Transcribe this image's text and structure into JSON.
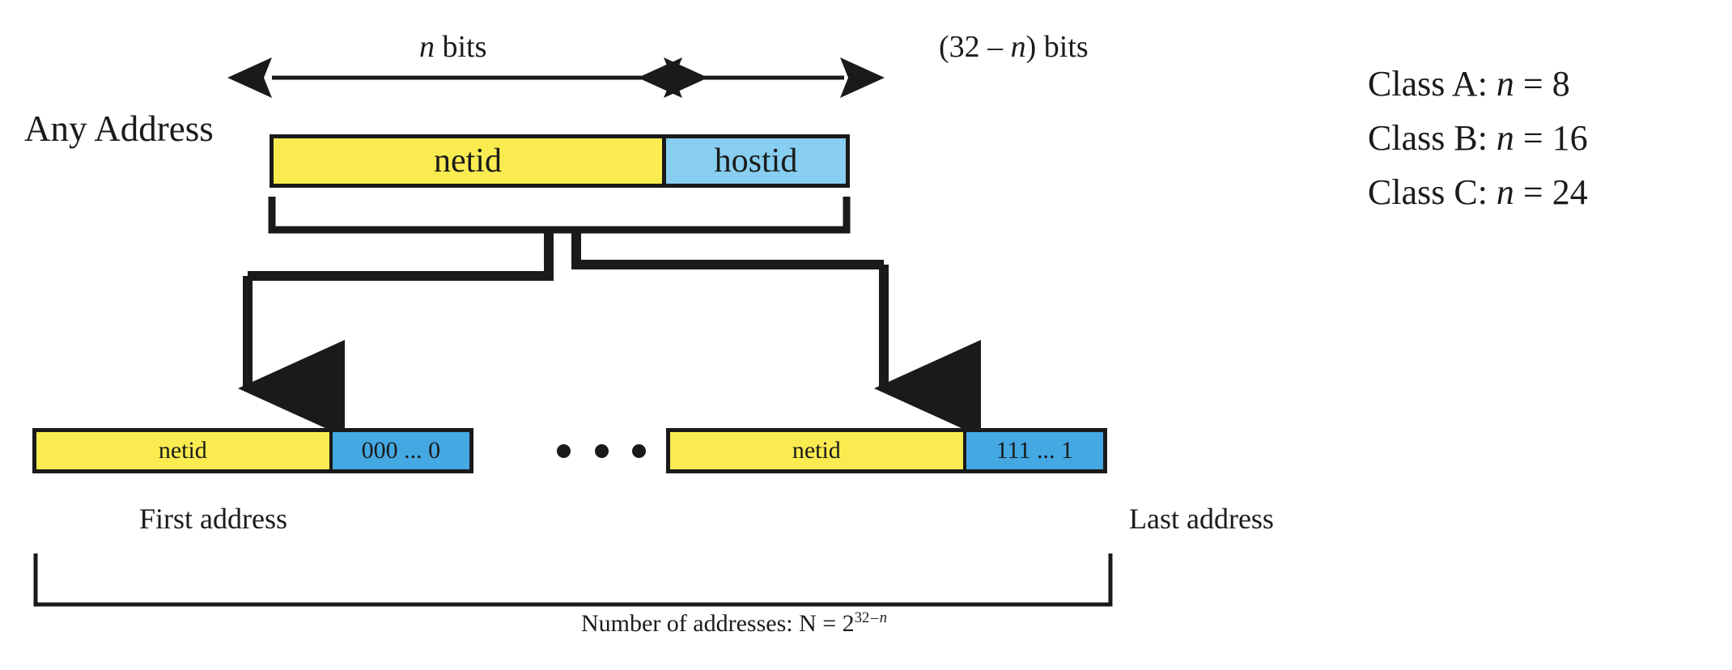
{
  "diagram": {
    "title": "IP address netid/hostid block structure",
    "colors": {
      "netid_fill": "#FAEC50",
      "hostid_fill_top": "#87CEF0",
      "hostid_fill_bottom": "#44A8E3",
      "stroke": "#1a1a1a",
      "background": "#ffffff"
    }
  },
  "top": {
    "left_arrow_label": "n bits",
    "left_arrow_label_italic_part": "n",
    "left_arrow_label_rest": " bits",
    "right_arrow_label": "(32 – n) bits",
    "right_arrow_prefix": "(32 – ",
    "right_arrow_italic": "n",
    "right_arrow_suffix": ") bits"
  },
  "main_row": {
    "row_label": "Any Address",
    "netid_label": "netid",
    "hostid_label": "hostid"
  },
  "classes": [
    {
      "name": "Class A:",
      "var": "n",
      "eq": " = 8",
      "full": "Class A: n = 8"
    },
    {
      "name": "Class B:",
      "var": "n",
      "eq": " = 16",
      "full": "Class B: n = 16"
    },
    {
      "name": "Class C:",
      "var": "n",
      "eq": " = 24",
      "full": "Class C: n = 24"
    }
  ],
  "first_address": {
    "netid_label": "netid",
    "hostid_label": "000 ... 0",
    "caption": "First address"
  },
  "last_address": {
    "netid_label": "netid",
    "hostid_label": "111 ... 1",
    "caption": "Last address"
  },
  "ellipsis": {
    "dots": "•••"
  },
  "footer": {
    "text_prefix": "Number of addresses: N = 2",
    "exponent": "32 – n",
    "full": "Number of addresses: N = 2 32 – n"
  }
}
